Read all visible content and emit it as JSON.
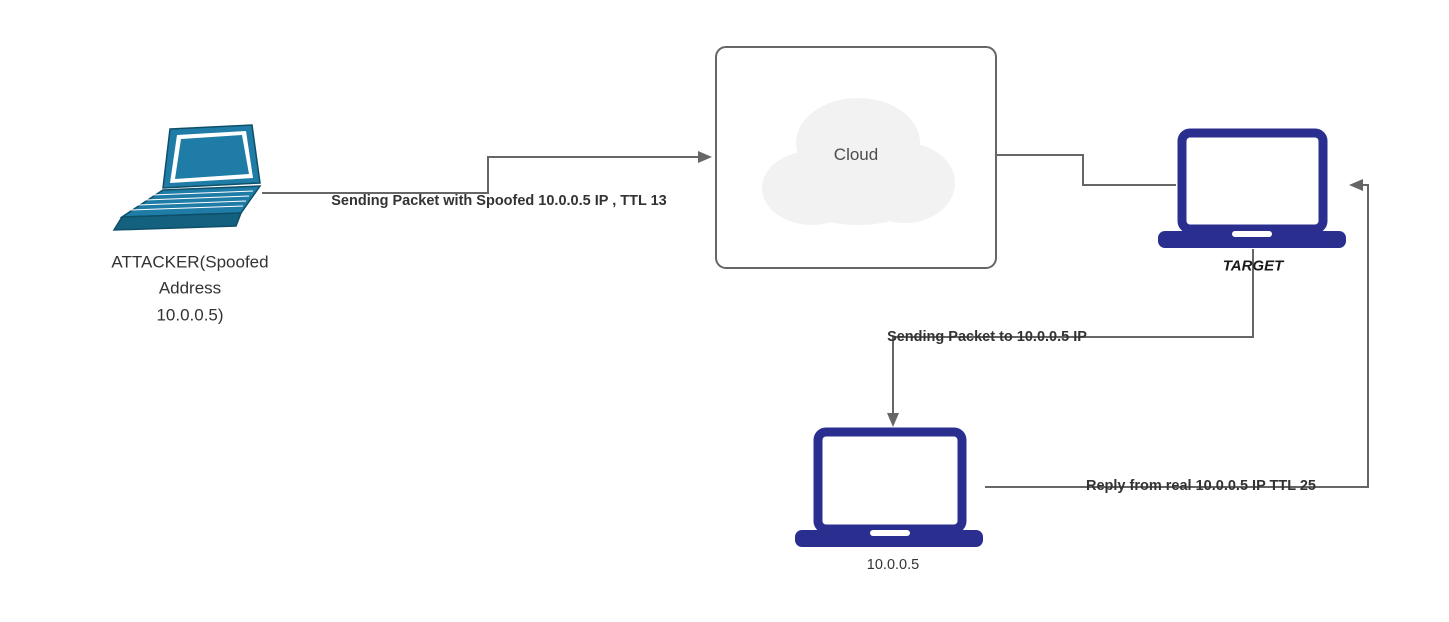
{
  "diagram": {
    "nodes": {
      "attacker": {
        "label": "ATTACKER(Spoofed\nAddress\n10.0.0.5)"
      },
      "cloud": {
        "label": "Cloud"
      },
      "target": {
        "label": "TARGET"
      },
      "real_host": {
        "label": "10.0.0.5"
      }
    },
    "edges": {
      "attacker_to_cloud": {
        "label": "Sending Packet with Spoofed 10.0.0.5 IP , TTL 13"
      },
      "target_to_real": {
        "label": "Sending Packet to 10.0.0.5 IP"
      },
      "real_to_target": {
        "label": "Reply from real 10.0.0.5 IP TTL 25"
      }
    },
    "colors": {
      "attacker_laptop": "#1e7ca6",
      "laptop_navy": "#2a2f8f",
      "connector": "#666666",
      "cloud_fill": "#f2f2f2",
      "box_border": "#666666"
    }
  }
}
